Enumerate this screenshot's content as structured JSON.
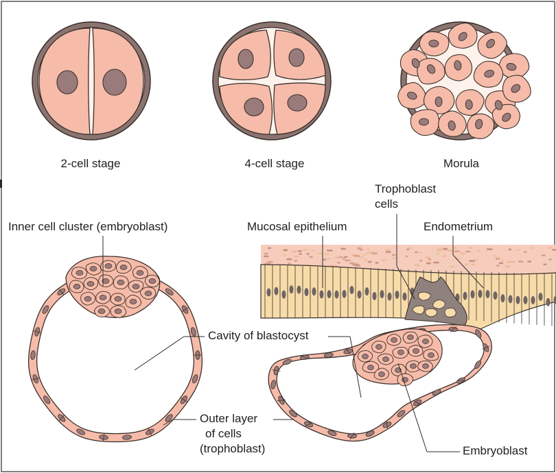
{
  "stages": {
    "two_cell": "2-cell stage",
    "four_cell": "4-cell stage",
    "morula": "Morula"
  },
  "labels": {
    "inner_cell_cluster": "Inner cell cluster (embryoblast)",
    "cavity": "Cavity of blastocyst",
    "outer_layer_1": "Outer layer",
    "outer_layer_2": "of cells",
    "outer_layer_3": "(trophoblast)",
    "trophoblast_cells_1": "Trophoblast",
    "trophoblast_cells_2": "cells",
    "mucosal_epithelium": "Mucosal epithelium",
    "endometrium": "Endometrium",
    "embryoblast": "Embryoblast"
  },
  "colors": {
    "cell_fill": "#f6bca9",
    "nucleus": "#9a7b7b",
    "zona": "#8a7470",
    "outline": "#3a2f2c",
    "epithelium": "#f7dcaa",
    "endometrium": "#f6cdbc"
  }
}
